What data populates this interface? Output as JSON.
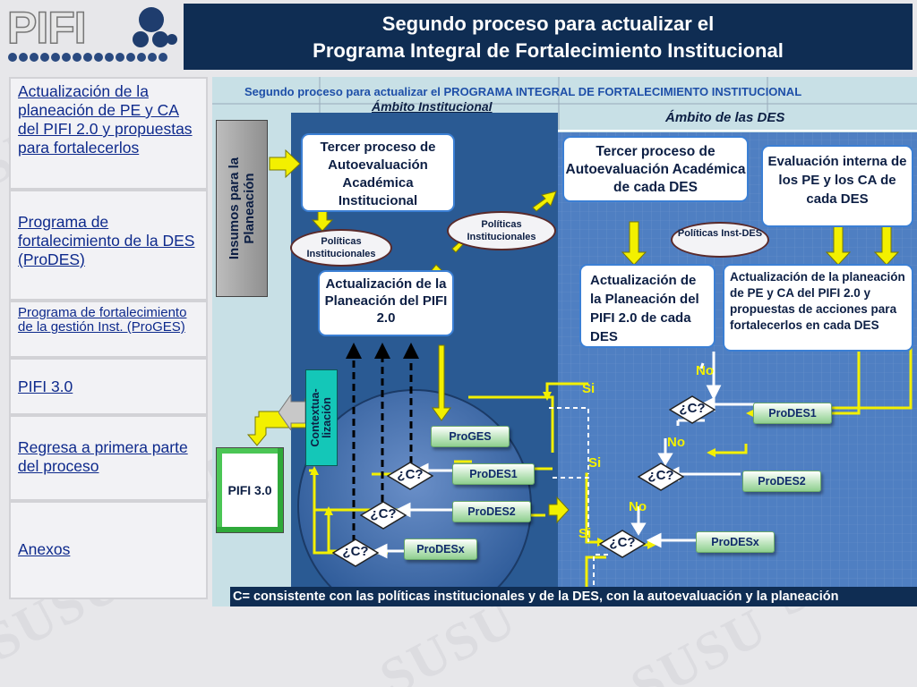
{
  "header": {
    "logo_text": "PIFI",
    "title_line1": "Segundo proceso para actualizar el",
    "title_line2": "Programa Integral de Fortalecimiento Institucional"
  },
  "sidebar": {
    "items": [
      {
        "label": "Actualización de la planeación de PE y CA del PIFI 2.0 y propuestas para fortalecerlos"
      },
      {
        "label": "Programa de fortalecimiento de la DES (ProDES)"
      },
      {
        "label": "Programa de fortalecimiento de la gestión Inst. (ProGES)"
      },
      {
        "label": "PIFI 3.0"
      },
      {
        "label": "Regresa a primera parte del proceso"
      },
      {
        "label": "Anexos"
      }
    ]
  },
  "diagram": {
    "top_title": "Segundo proceso para actualizar el PROGRAMA INTEGRAL DE FORTALECIMIENTO INSTITUCIONAL",
    "ambito_institucional": "Ámbito Institucional",
    "ambito_des": "Ámbito de las DES",
    "insumos": "Insumos para la Planeación",
    "tercer_inst": "Tercer proceso de Autoevaluación Académica Institucional",
    "politicas_inst_1": "Políticas Institucionales",
    "politicas_inst_2": "Políticas Institucionales",
    "actualizacion_pifi": "Actualización de la Planeación del PIFI 2.0",
    "contextualizacion": "Contextua-lización",
    "proges": "ProGES",
    "prodes1_inst": "ProDES1",
    "prodes2_inst": "ProDES2",
    "prodesx_inst": "ProDESx",
    "c_label": "¿C?",
    "pifi30": "PIFI 3.0",
    "tercer_des": "Tercer proceso de Autoevaluación Académica de cada DES",
    "evaluacion_interna": "Evaluación interna de los PE y los CA de cada DES",
    "politicas_inst_des": "Políticas Inst-DES",
    "actualizacion_des": "Actualización de la Planeación del PIFI 2.0 de cada DES",
    "actualizacion_pe_ca": "Actualización de la planeación de PE y CA del PIFI 2.0 y propuestas de acciones para fortalecerlos en cada DES",
    "prodes1_des": "ProDES1",
    "prodes2_des": "ProDES2",
    "prodesx_des": "ProDESx",
    "si": "Si",
    "no": "No",
    "footer": "C= consistente con las políticas institucionales y de la DES, con la autoevaluación y la planeación"
  },
  "colors": {
    "header_bg": "#0f2d53",
    "inst_bg": "#1f4e86",
    "des_bg": "#4a7ac0",
    "arrow_yellow": "#f0ee00",
    "footer_bg": "#0f2d53"
  }
}
